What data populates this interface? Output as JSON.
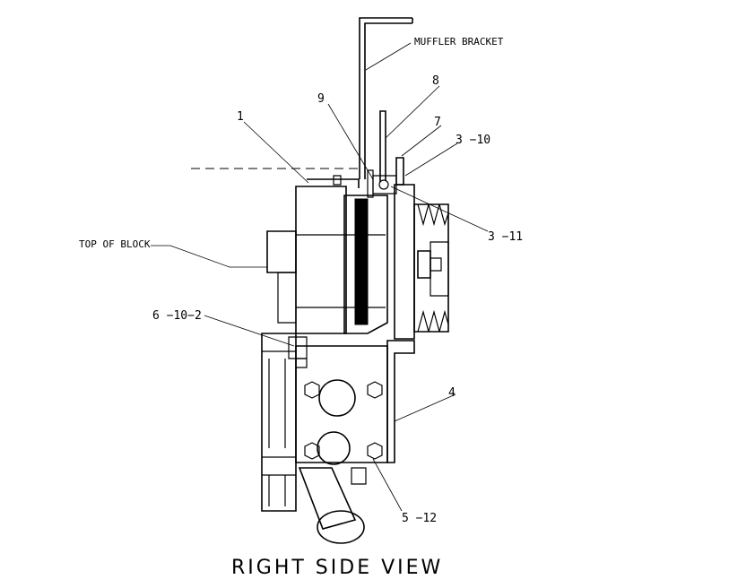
{
  "title": "RIGHT SIDE VIEW",
  "callouts": {
    "muffler_bracket": "MUFFLER BRACKET",
    "top_of_block": "TOP OF BLOCK",
    "c1": "1",
    "c9": "9",
    "c8": "8",
    "c7": "7",
    "c3_10": "3 −10",
    "c3_11": "3 −11",
    "c6_10_2": "6 −10−2",
    "c4": "4",
    "c5_12": "5 −12"
  }
}
